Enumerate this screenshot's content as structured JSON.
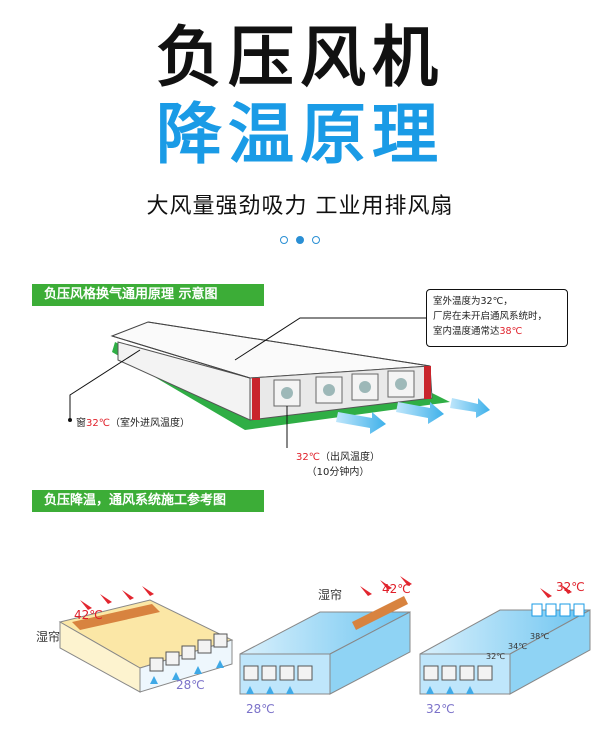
{
  "header": {
    "title_line1": "负压风机",
    "title_line2": "降温原理",
    "subtitle": "大风量强劲吸力 工业用排风扇"
  },
  "carousel": {
    "count": 3,
    "active_index": 1
  },
  "section1": {
    "banner": "负压风格换气通用原理 示意图",
    "callout": {
      "line1": "室外温度为32℃，",
      "line2": "厂房在未开启通风系统时，",
      "line3_prefix": "室内温度通常达",
      "line3_value": "38℃"
    },
    "window_label": {
      "prefix": "窗",
      "temp": "32℃",
      "suffix": "（室外进风温度）"
    },
    "outlet_label": {
      "temp": "32℃",
      "suffix": "（出风温度）",
      "line2": "（10分钟内）"
    }
  },
  "section2": {
    "banner": "负压降温，通风系统施工参考图",
    "diagram1": {
      "curtain": "湿帘",
      "in_temp": "42℃",
      "out_temp": "28℃"
    },
    "diagram2": {
      "curtain": "湿帘",
      "in_temp": "42℃",
      "out_temp": "28℃"
    },
    "diagram3": {
      "in_temp": "32℃",
      "out_temp": "32℃",
      "inner_temps": [
        "32℃",
        "34℃",
        "38℃"
      ]
    }
  },
  "colors": {
    "accent_blue": "#1a9be6",
    "banner_green": "#3cad37",
    "temp_red": "#e0202a"
  }
}
